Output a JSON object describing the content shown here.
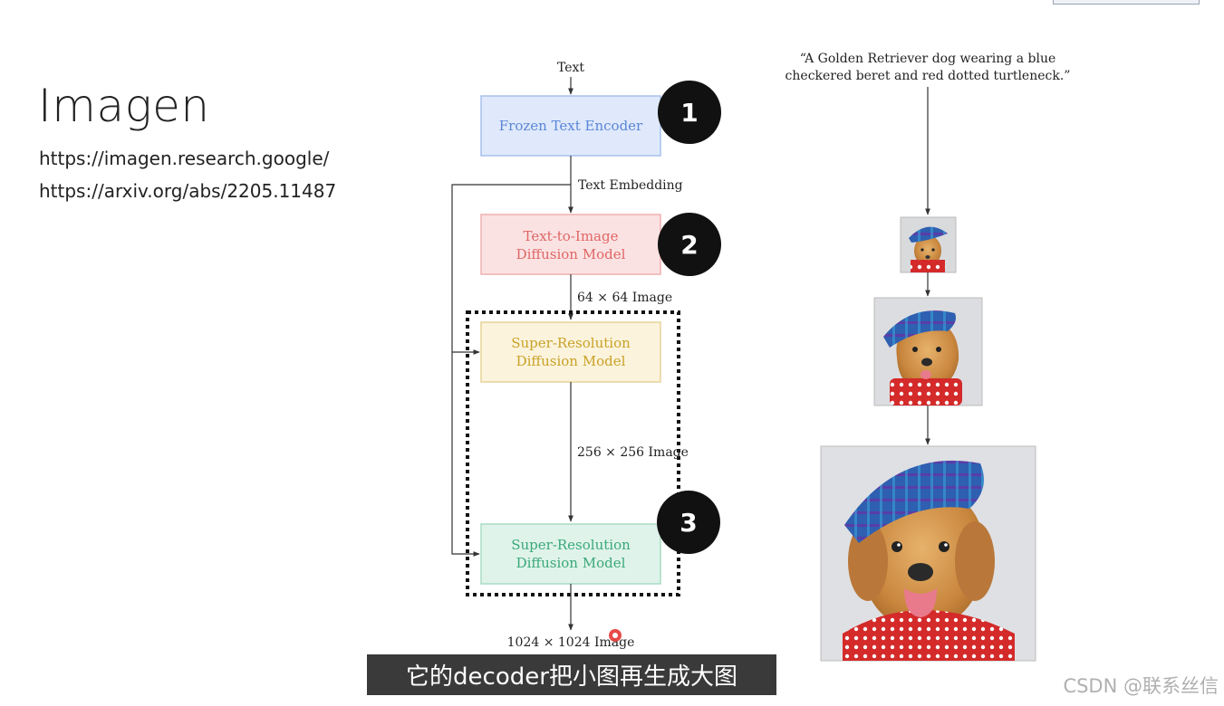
{
  "title": "Imagen",
  "links": [
    "https://imagen.research.google/",
    "https://arxiv.org/abs/2205.11487"
  ],
  "diagram": {
    "input_label": "Text",
    "edge_labels": {
      "embedding": "Text Embedding",
      "img64": "64 × 64 Image",
      "img256": "256 × 256 Image",
      "img1024": "1024 × 1024 Image"
    },
    "boxes": {
      "encoder": [
        "Frozen Text Encoder"
      ],
      "t2i": [
        "Text-to-Image",
        "Diffusion Model"
      ],
      "sr1": [
        "Super-Resolution",
        "Diffusion Model"
      ],
      "sr2": [
        "Super-Resolution",
        "Diffusion Model"
      ]
    },
    "step_badges": [
      "1",
      "2",
      "3"
    ],
    "colors": {
      "encoder": "#5b86d8",
      "t2i": "#e06666",
      "sr1": "#c9a227",
      "sr2": "#3aa879"
    }
  },
  "prompt": {
    "line1": "“A Golden Retriever dog wearing a blue",
    "line2": "checkered beret and red dotted turtleneck.”"
  },
  "subtitle": "它的decoder把小图再生成大图",
  "watermark": "CSDN @联系丝信"
}
